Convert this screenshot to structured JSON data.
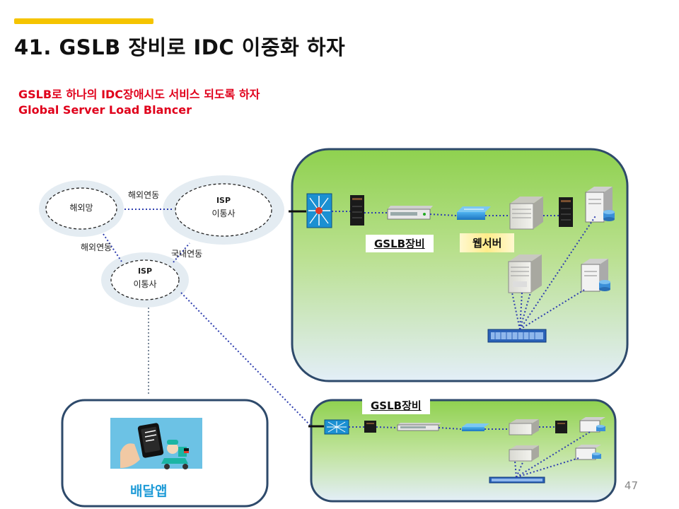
{
  "title": "41. GSLB 장비로 IDC 이중화 하자",
  "subtitle": {
    "line1": "GSLB로  하나의 IDC장애시도 서비스 되도록 하자",
    "line2": "Global Server Load Blancer"
  },
  "network": {
    "overseas_net": "해외망",
    "isp_top": {
      "line1": "ISP",
      "line2": "이통사"
    },
    "isp_bottom": {
      "line1": "ISP",
      "line2": "이통사"
    },
    "link_overseas_top": "해외연동",
    "link_overseas_left": "해외연동",
    "link_domestic": "국내연동"
  },
  "idc_primary": {
    "gslb_label": "GSLB장비",
    "web_label": "웹서버"
  },
  "idc_secondary": {
    "gslb_label": "GSLB장비"
  },
  "client": {
    "app_label": "배달앱"
  },
  "page_number": "47",
  "colors": {
    "accent_bar": "#F5C400",
    "subtitle_red": "#E0001B",
    "idc_green": "#8FD14F",
    "idc_border": "#2E4A6B",
    "link_blue": "#2F3FAF",
    "delivery_blue": "#1E9BD7"
  }
}
